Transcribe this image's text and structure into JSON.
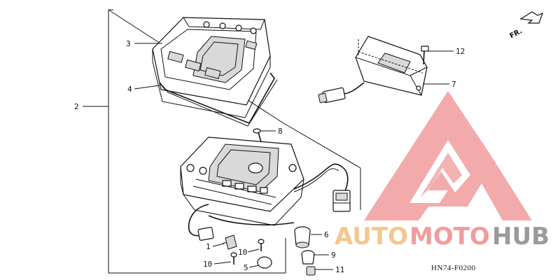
{
  "direction_label": "FR.",
  "diagram_code": "HN74-F0200",
  "watermark": {
    "brand_auto": "AUTO",
    "brand_moto": "MOTO",
    "brand_hub": "HUB",
    "color_red": "#f19c9c",
    "color_orange": "#f5c68e",
    "color_gray": "#9a9a9a"
  },
  "callouts": [
    {
      "id": "3",
      "label": "3"
    },
    {
      "id": "4",
      "label": "4"
    },
    {
      "id": "2",
      "label": "2"
    },
    {
      "id": "8",
      "label": "8"
    },
    {
      "id": "12",
      "label": "12"
    },
    {
      "id": "7",
      "label": "7"
    },
    {
      "id": "6",
      "label": "6"
    },
    {
      "id": "9",
      "label": "9"
    },
    {
      "id": "11",
      "label": "11"
    },
    {
      "id": "1",
      "label": "1"
    },
    {
      "id": "10a",
      "label": "10"
    },
    {
      "id": "10b",
      "label": "10"
    },
    {
      "id": "5",
      "label": "5"
    }
  ]
}
